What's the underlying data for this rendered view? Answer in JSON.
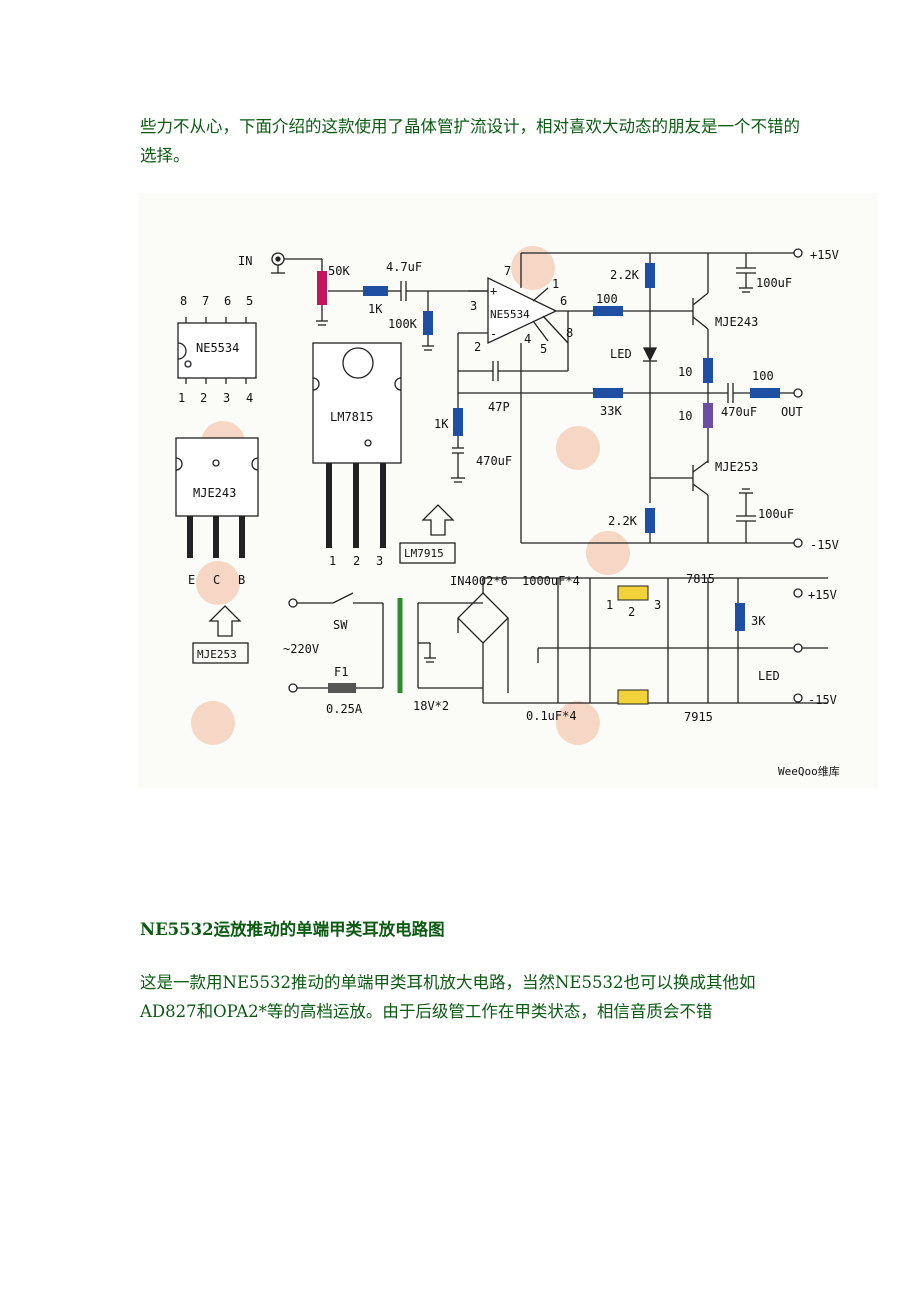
{
  "paragraph1": "些力不从心，下面介绍的这款使用了晶体管扩流设计，相对喜欢大动态的朋友是一个不错的选择。",
  "heading": "NE5532运放推动的单端甲类耳放电路图",
  "paragraph2": "这是一款用NE5532推动的单端甲类耳机放大电路，当然NE5532也可以换成其他如AD827和OPA2*等的高档运放。由于后级管工作在甲类状态，相信音质会不错",
  "figure": {
    "colors": {
      "wire": "#222222",
      "resistor": "#1f4fa3",
      "pot": "#c2185b",
      "regulator": "#f2d23b",
      "watermark": "#f3c8b0",
      "text": "#0a5a12"
    },
    "watermark": "WeeQoo维库",
    "labels": {
      "in": "IN",
      "pot": "50K",
      "c_in": "4.7uF",
      "r1k": "1K",
      "r100k": "100K",
      "opamp": "NE5534",
      "pin7": "7",
      "pin1": "1",
      "pin6": "6",
      "pin3": "3",
      "pin2": "2",
      "pin4": "4",
      "pin5": "5",
      "pin8": "8",
      "plus": "+",
      "minus": "-",
      "c47p": "47P",
      "r1k_fb": "1K",
      "c470u_fb": "470uF",
      "r33k": "33K",
      "r100_base": "100",
      "r2k2_top": "2.2K",
      "r2k2_bot": "2.2K",
      "led_bias": "LED",
      "q_npn": "MJE243",
      "q_pnp": "MJE253",
      "r10a": "10",
      "r10b": "10",
      "c470u_out": "470uF",
      "r100_out": "100",
      "out": "OUT",
      "c100u_top": "100uF",
      "c100u_bot": "100uF",
      "v_pos": "+15V",
      "v_neg": "-15V",
      "dip_pins_top": [
        "8",
        "7",
        "6",
        "5"
      ],
      "dip_pins_bottom": [
        "1",
        "2",
        "3",
        "4"
      ],
      "dip_name": "NE5534",
      "to220_name": "LM7815",
      "to126_name": "MJE243",
      "ecb": [
        "E",
        "C",
        "B"
      ],
      "lm7915": "LM7915",
      "mje253_box": "MJE253",
      "to220_pins": [
        "1",
        "2",
        "3"
      ],
      "sw": "SW",
      "mains": "~220V",
      "fuse": "F1",
      "fuse_val": "0.25A",
      "xfmr": "18V*2",
      "diodes": "IN4002*6",
      "c1000u": "1000uF*4",
      "c01u": "0.1uF*4",
      "reg_pos": "7815",
      "reg_neg": "7915",
      "reg_pins": [
        "1",
        "2",
        "3"
      ],
      "r3k": "3K",
      "led_pwr": "LED",
      "ps_pos": "+15V",
      "ps_neg": "-15V"
    }
  }
}
